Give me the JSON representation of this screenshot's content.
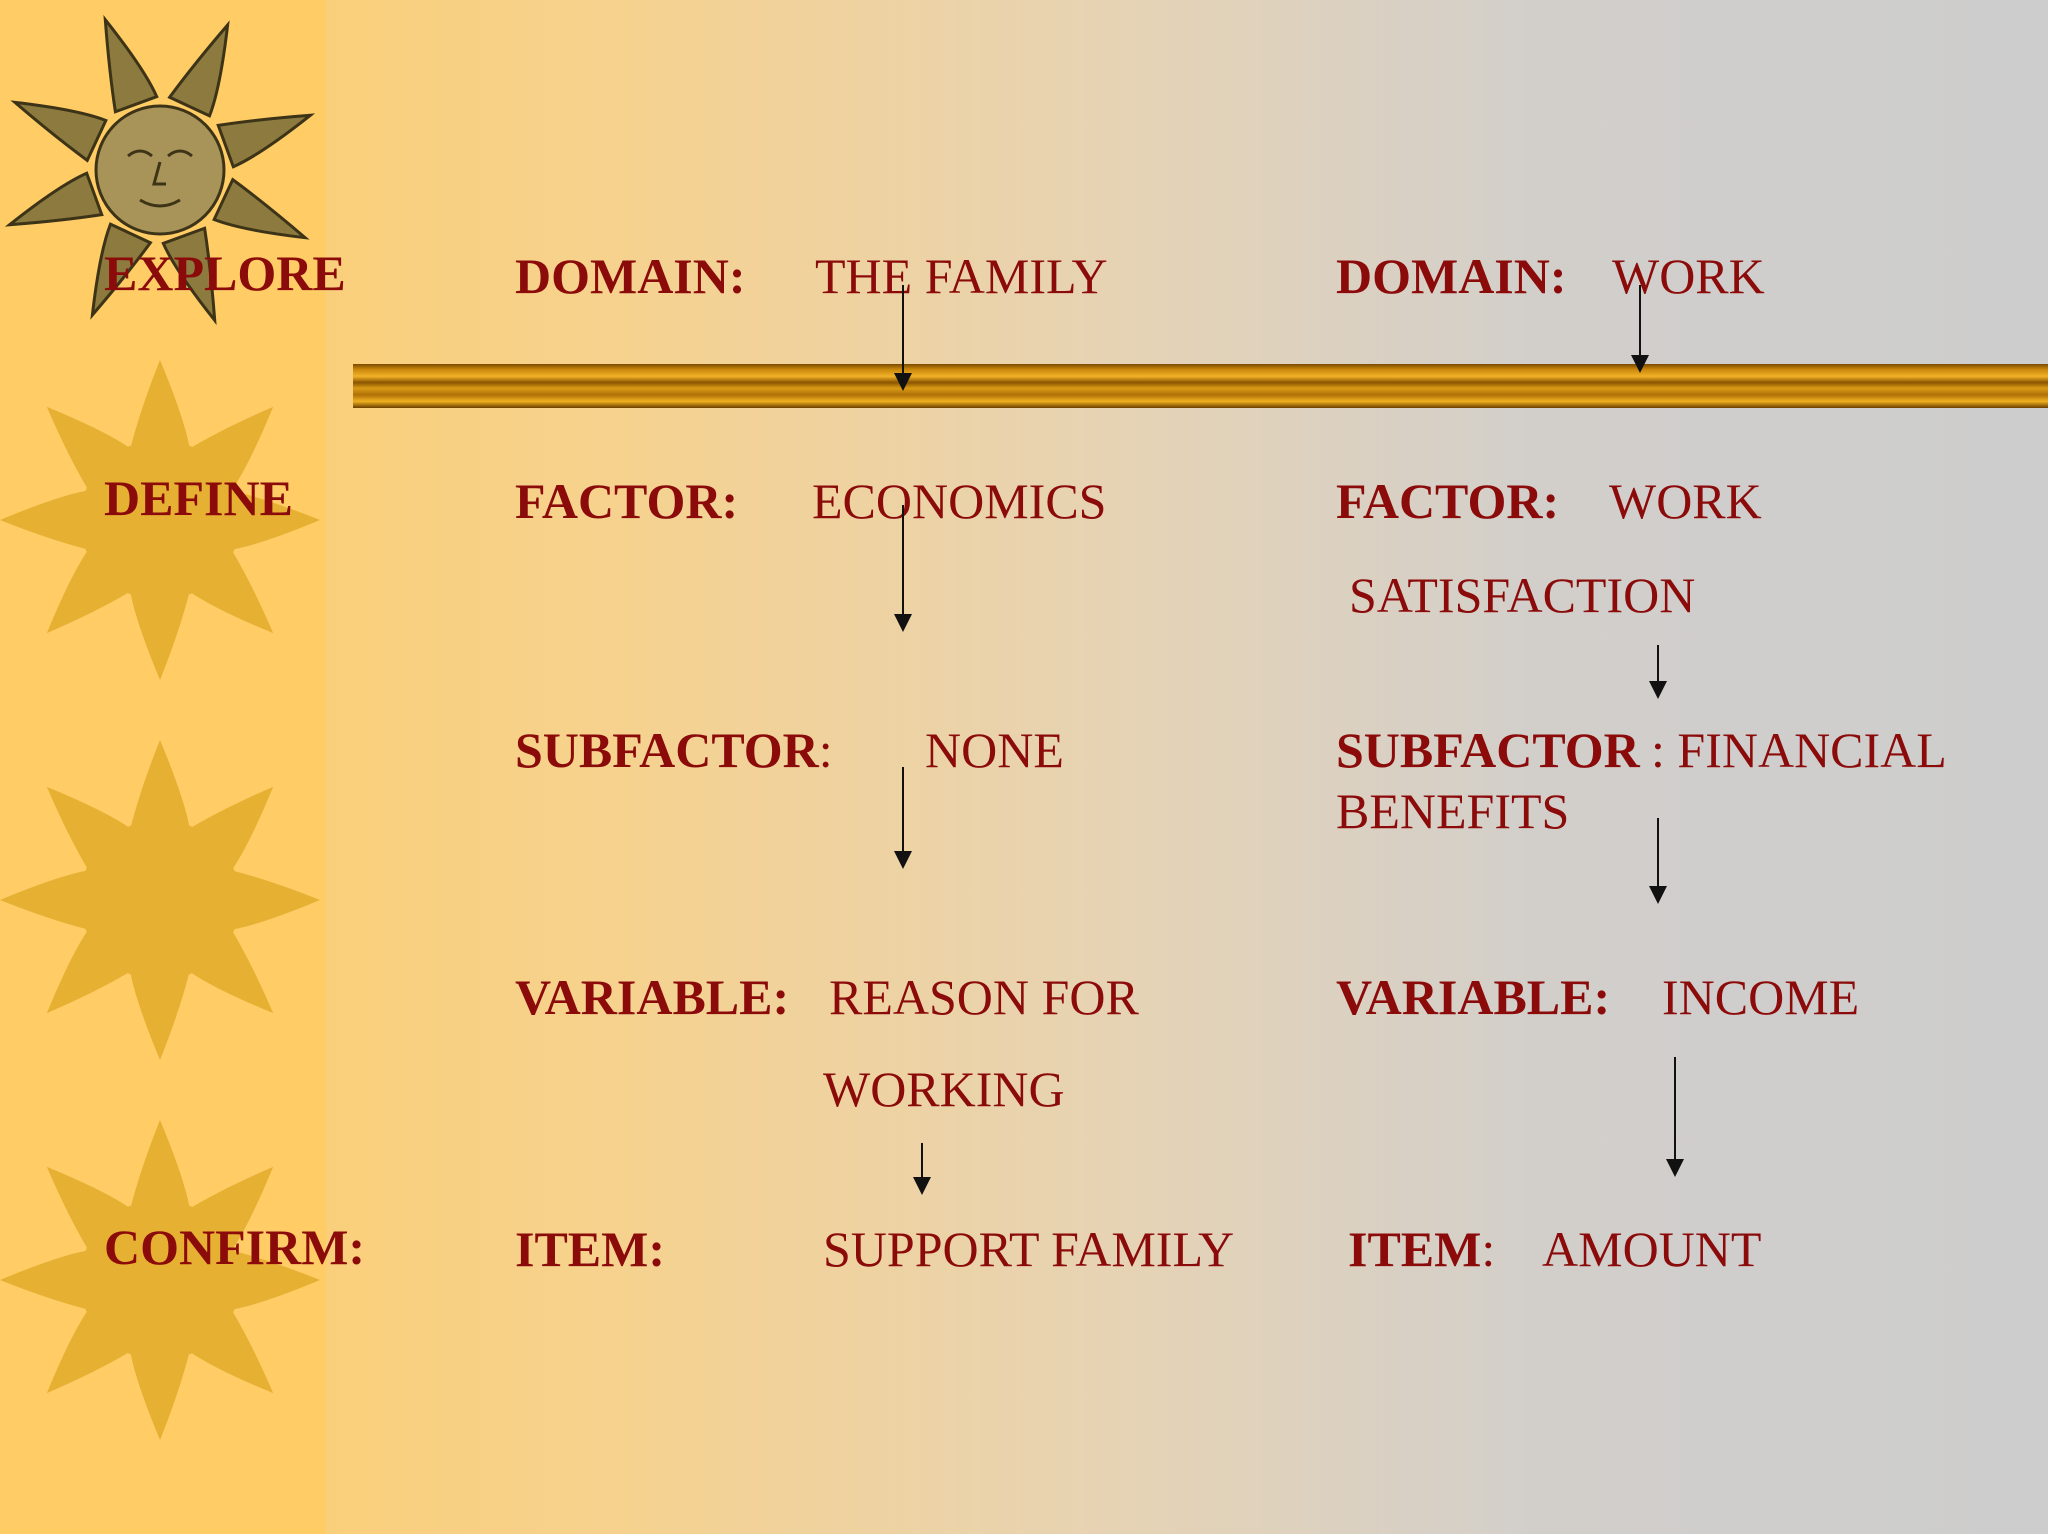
{
  "stages": {
    "explore": "EXPLORE",
    "define": "DEFINE",
    "confirm": "CONFIRM:"
  },
  "left": {
    "domain_key": "DOMAIN:",
    "domain_val": "THE FAMILY",
    "factor_key": "FACTOR:",
    "factor_val": "ECONOMICS",
    "subfactor_key": "SUBFACTOR",
    "subfactor_colon": ":",
    "subfactor_val": "NONE",
    "variable_key": "VARIABLE:",
    "variable_val_1": "REASON FOR",
    "variable_val_2": "WORKING",
    "item_key": "ITEM:",
    "item_val": "SUPPORT  FAMILY"
  },
  "right": {
    "domain_key": "DOMAIN:",
    "domain_val": "WORK",
    "factor_key": "FACTOR:",
    "factor_val_1": "WORK",
    "factor_val_2": "SATISFACTION",
    "subfactor_key": "SUBFACTOR",
    "subfactor_val_1": ": FINANCIAL",
    "subfactor_val_2": "BENEFITS",
    "variable_key": "VARIABLE:",
    "variable_val": "INCOME",
    "item_key": "ITEM",
    "item_colon": ":",
    "item_val": "AMOUNT"
  },
  "colors": {
    "text": "#8b0b0b",
    "sun": "#e6b032",
    "strip": "#ffcc66",
    "bar": "#d99a14"
  },
  "icons": [
    "sun-face-icon",
    "sun-icon",
    "sun-icon",
    "sun-icon",
    "sun-icon"
  ]
}
